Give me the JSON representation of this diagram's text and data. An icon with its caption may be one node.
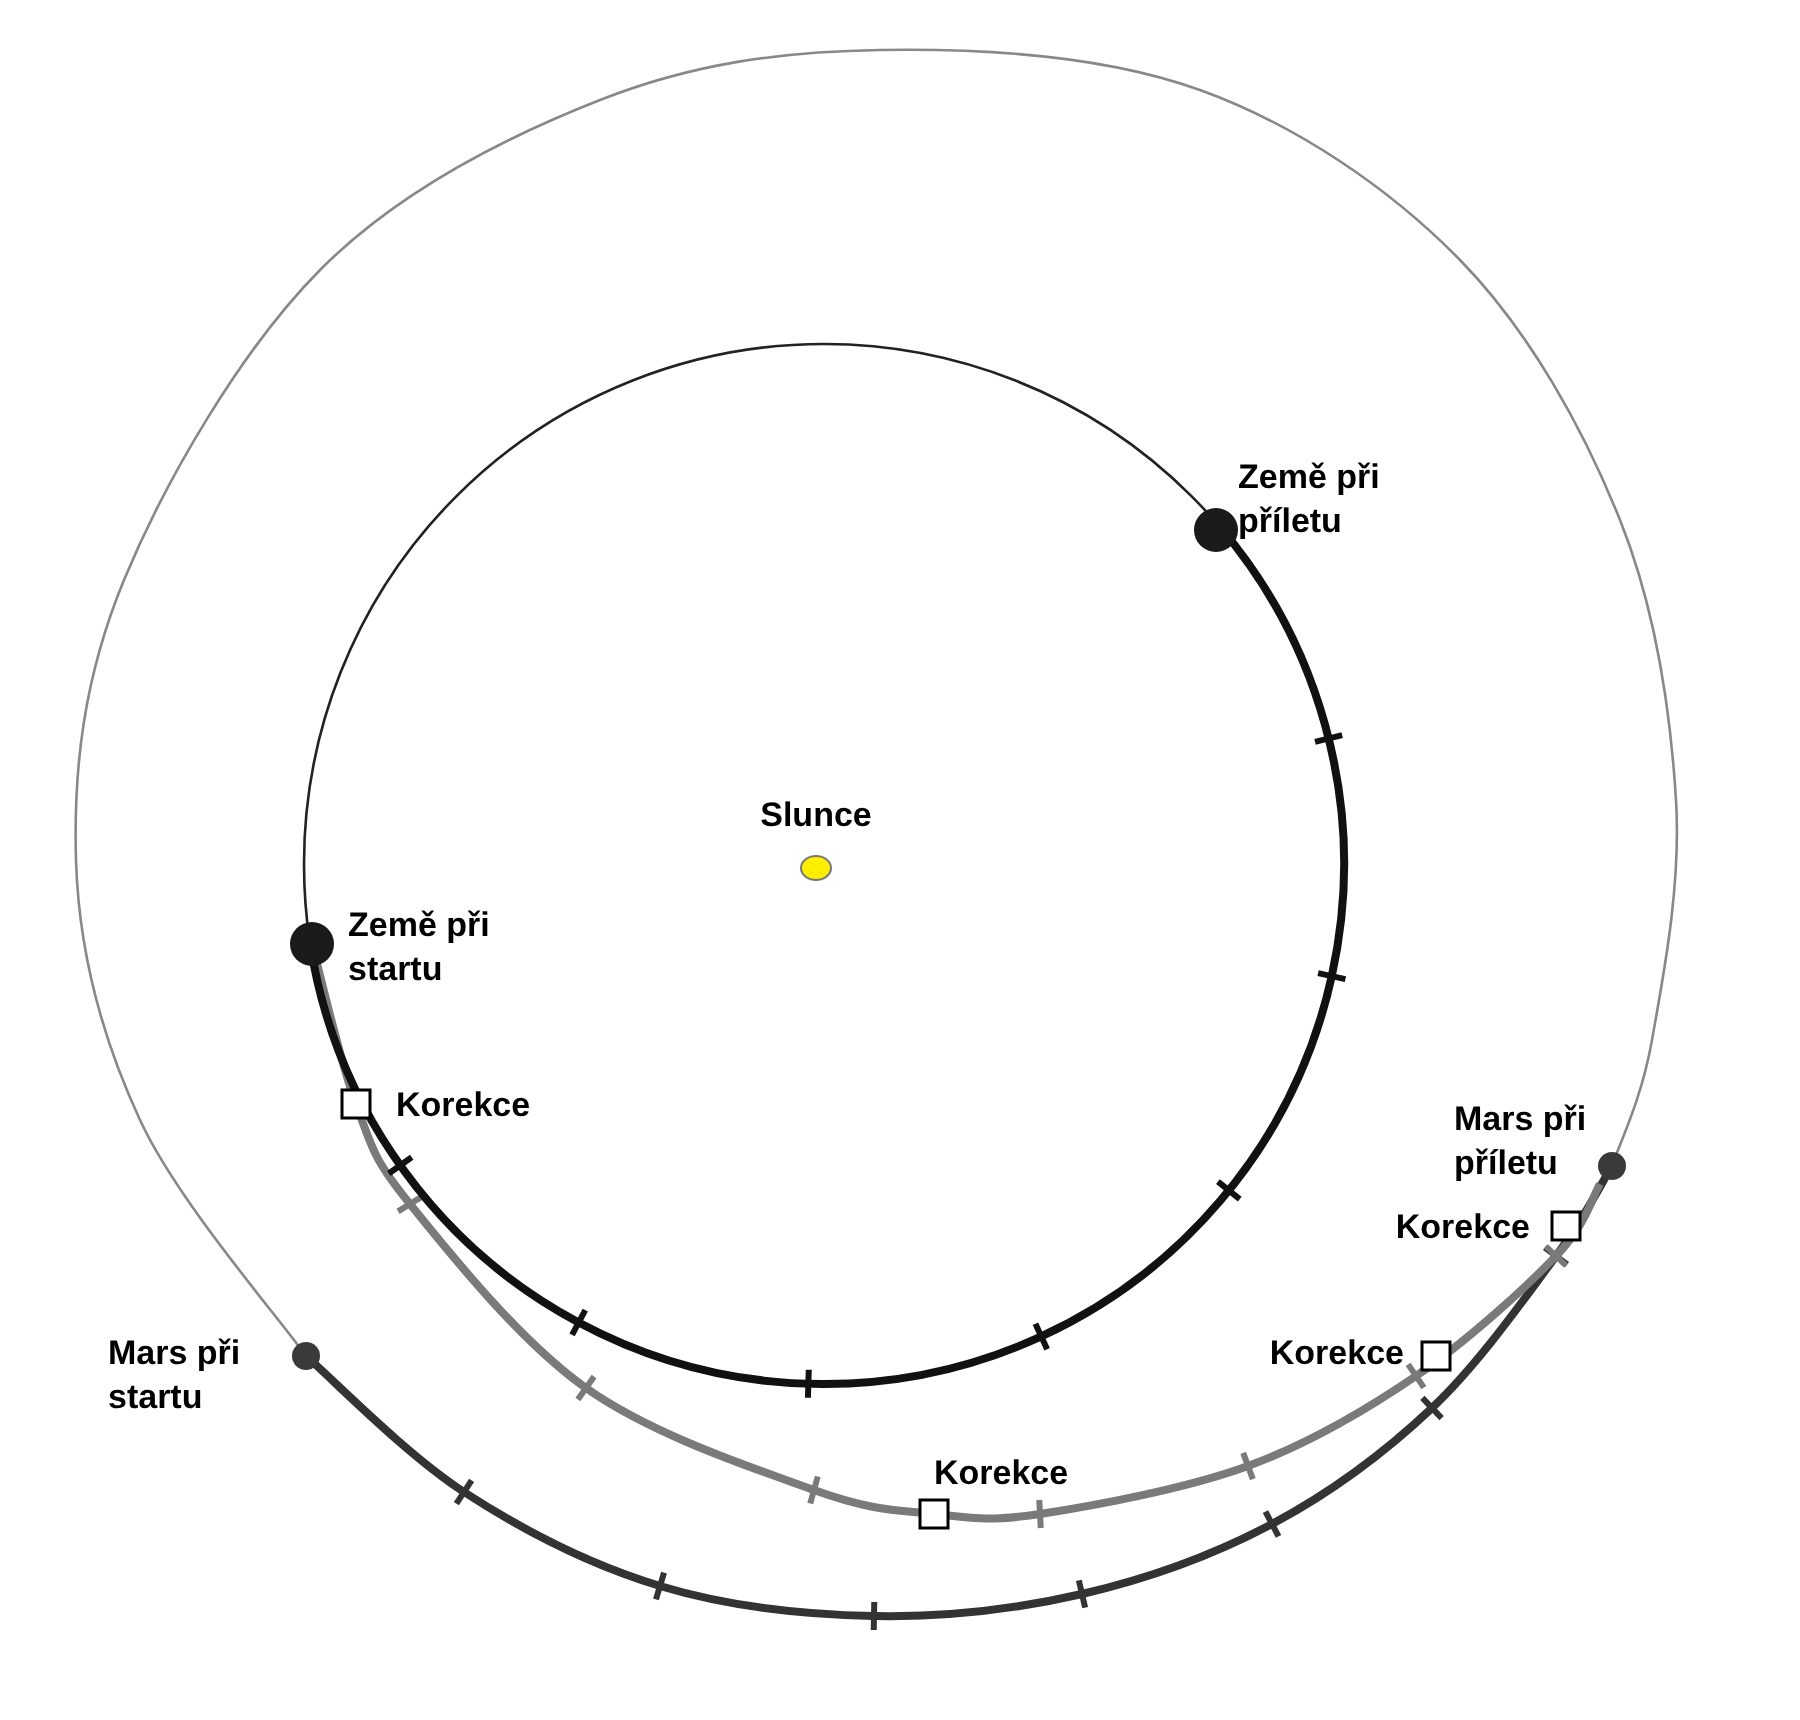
{
  "diagram": {
    "labels": [
      "Země při příletu",
      "Slunce",
      "Země při startu",
      "Korekce",
      "Mars při příletu",
      "Korekce",
      "Mars při startu",
      "Korekce",
      "Korekce"
    ]
  }
}
